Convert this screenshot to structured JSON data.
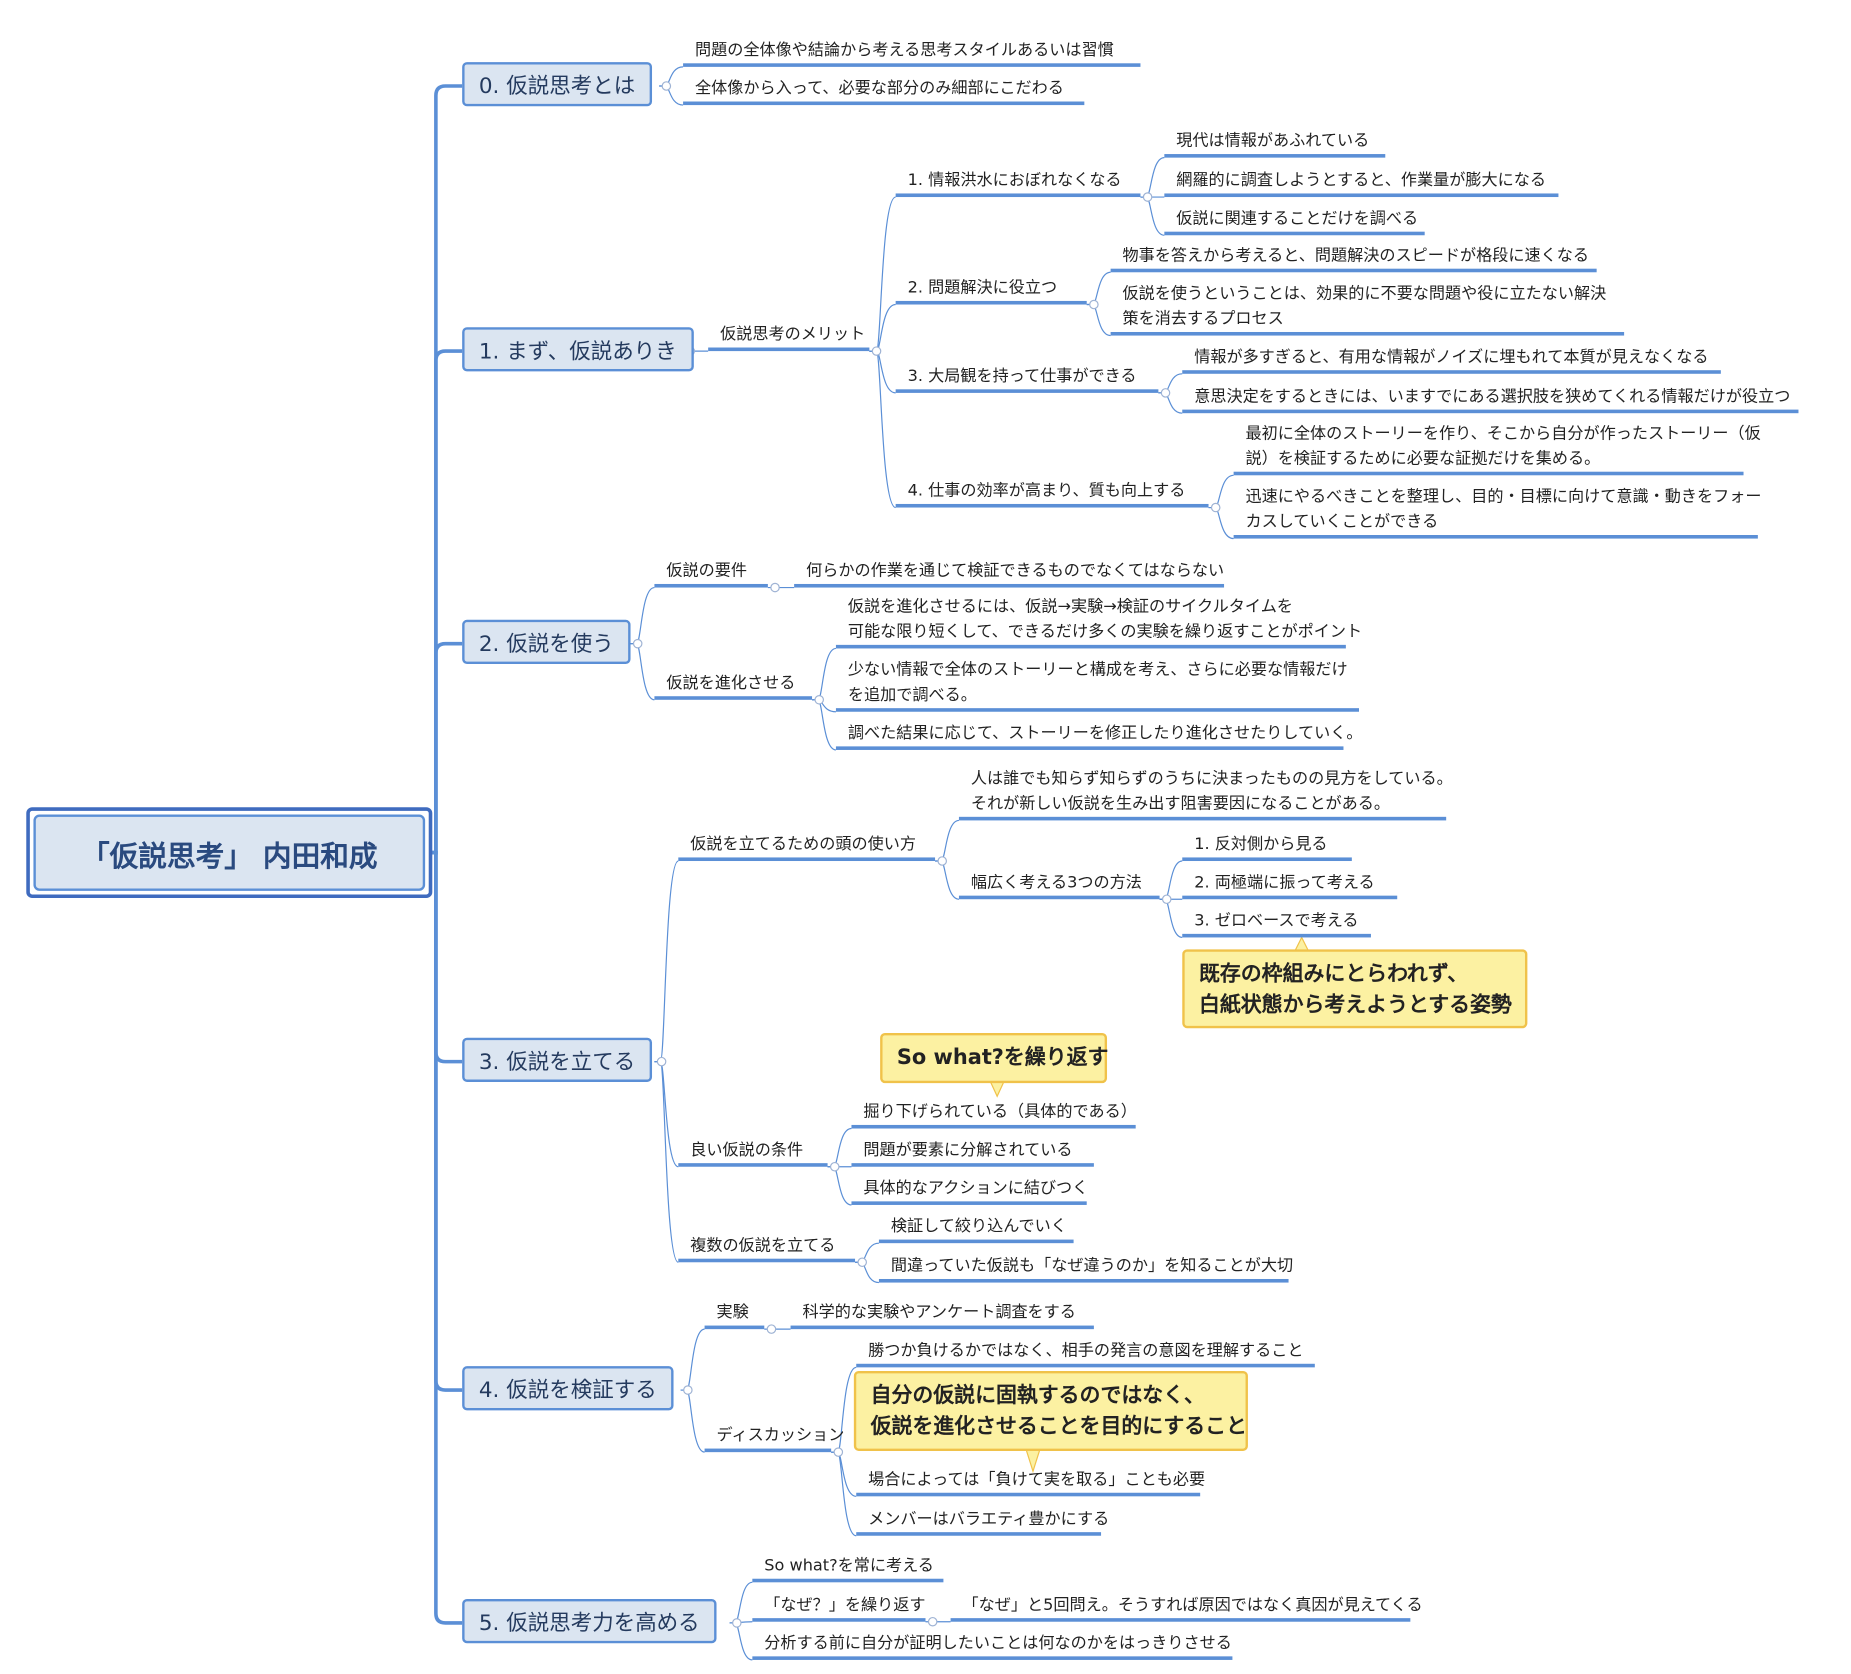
{
  "title": "「仮説思考」 内田和成",
  "topics": [
    {
      "label": "0. 仮説思考とは",
      "children": [
        {
          "label": "問題の全体像や結論から考える思考スタイルあるいは習慣"
        },
        {
          "label": "全体像から入って、必要な部分のみ細部にこだわる"
        }
      ]
    },
    {
      "label": "1. まず、仮説ありき",
      "children": [
        {
          "label": "仮説思考のメリット",
          "children": [
            {
              "label": "1. 情報洪水におぼれなくなる",
              "children": [
                {
                  "label": "現代は情報があふれている"
                },
                {
                  "label": "網羅的に調査しようとすると、作業量が膨大になる"
                },
                {
                  "label": "仮説に関連することだけを調べる"
                }
              ]
            },
            {
              "label": "2. 問題解決に役立つ",
              "children": [
                {
                  "label": "物事を答えから考えると、問題解決のスピードが格段に速くなる"
                },
                {
                  "label": "仮説を使うということは、効果的に不要な問題や役に立たない解決\n策を消去するプロセス"
                }
              ]
            },
            {
              "label": "3. 大局観を持って仕事ができる",
              "children": [
                {
                  "label": "情報が多すぎると、有用な情報がノイズに埋もれて本質が見えなくなる"
                },
                {
                  "label": "意思決定をするときには、いますでにある選択肢を狭めてくれる情報だけが役立つ"
                }
              ]
            },
            {
              "label": "4. 仕事の効率が高まり、質も向上する",
              "children": [
                {
                  "label": "最初に全体のストーリーを作り、そこから自分が作ったストーリー（仮\n説）を検証するために必要な証拠だけを集める。"
                },
                {
                  "label": "迅速にやるべきことを整理し、目的・目標に向けて意識・動きをフォー\nカスしていくことができる"
                }
              ]
            }
          ]
        }
      ]
    },
    {
      "label": "2. 仮説を使う",
      "children": [
        {
          "label": "仮説の要件",
          "children": [
            {
              "label": "何らかの作業を通じて検証できるものでなくてはならない"
            }
          ]
        },
        {
          "label": "仮説を進化させる",
          "children": [
            {
              "label": "仮説を進化させるには、仮説→実験→検証のサイクルタイムを\n可能な限り短くして、できるだけ多くの実験を繰り返すことがポイント"
            },
            {
              "label": "少ない情報で全体のストーリーと構成を考え、さらに必要な情報だけ\nを追加で調べる。"
            },
            {
              "label": "調べた結果に応じて、ストーリーを修正したり進化させたりしていく。"
            }
          ]
        }
      ]
    },
    {
      "label": "3. 仮説を立てる",
      "children": [
        {
          "label": "仮説を立てるための頭の使い方",
          "children": [
            {
              "label": "人は誰でも知らず知らずのうちに決まったものの見方をしている。\nそれが新しい仮説を生み出す阻害要因になることがある。"
            },
            {
              "label": "幅広く考える3つの方法",
              "children": [
                {
                  "label": "1. 反対側から見る"
                },
                {
                  "label": "2. 両極端に振って考える"
                },
                {
                  "label": "3. ゼロベースで考える",
                  "callout": "既存の枠組みにとらわれず、\n白紙状態から考えようとする姿勢"
                }
              ]
            }
          ]
        },
        {
          "label": "良い仮説の条件",
          "children": [
            {
              "label": "掘り下げられている（具体的である）",
              "callout": "So what?を繰り返す"
            },
            {
              "label": "問題が要素に分解されている"
            },
            {
              "label": "具体的なアクションに結びつく"
            }
          ]
        },
        {
          "label": "複数の仮説を立てる",
          "children": [
            {
              "label": "検証して絞り込んでいく"
            },
            {
              "label": "間違っていた仮説も「なぜ違うのか」を知ることが大切"
            }
          ]
        }
      ]
    },
    {
      "label": "4. 仮説を検証する",
      "children": [
        {
          "label": "実験",
          "children": [
            {
              "label": "科学的な実験やアンケート調査をする"
            }
          ]
        },
        {
          "label": "ディスカッション",
          "children": [
            {
              "label": "勝つか負けるかではなく、相手の発言の意図を理解すること"
            },
            {
              "label": "場合によっては「負けて実を取る」ことも必要",
              "callout": "自分の仮説に固執するのではなく、\n仮説を進化させることを目的にすること"
            },
            {
              "label": "メンバーはバラエティ豊かにする"
            }
          ]
        }
      ]
    },
    {
      "label": "5. 仮説思考力を高める",
      "children": [
        {
          "label": "So what?を常に考える"
        },
        {
          "label": "「なぜ？」を繰り返す",
          "children": [
            {
              "label": "「なぜ」と5回問え。そうすれば原因ではなく真因が見えてくる"
            }
          ]
        },
        {
          "label": "分析する前に自分が証明したいことは何なのかをはっきりさせる"
        }
      ]
    }
  ],
  "colors": {
    "line": "#5b8fd6",
    "topic_fill": "#dbe5f1",
    "callout_fill": "#fcf1a2",
    "callout_border": "#f0c24a"
  }
}
